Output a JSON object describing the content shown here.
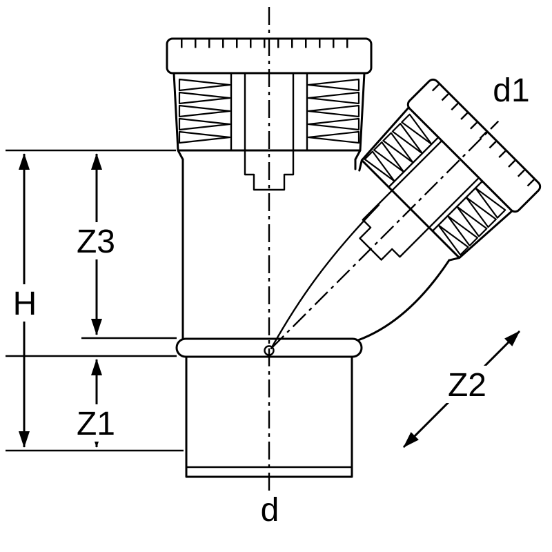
{
  "diagram": {
    "type": "technical-drawing",
    "background_color": "#ffffff",
    "line_color": "#000000",
    "labels": {
      "d1": "d1",
      "z3": "Z3",
      "h": "H",
      "z1": "Z1",
      "z2": "Z2",
      "d": "d"
    }
  }
}
